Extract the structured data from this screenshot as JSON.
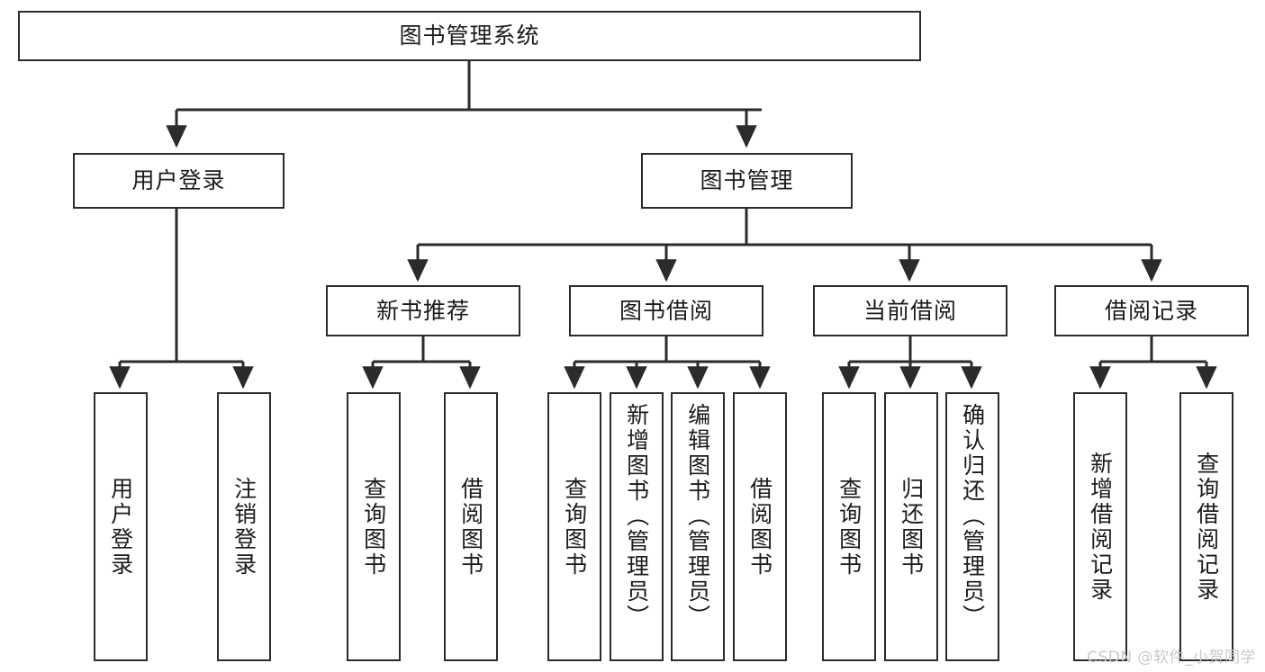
{
  "diagram": {
    "title": "图书管理系统",
    "watermark": "CSDN @软件_小贺同学",
    "line_color": "#2b2b2b",
    "box_fill": "#ffffff",
    "text_color": "#1b1b1b",
    "watermark_color": "#c9c9c9"
  },
  "nodes": {
    "root": {
      "label": "图书管理系统"
    },
    "level2": [
      {
        "label": "用户登录"
      },
      {
        "label": "图书管理"
      }
    ],
    "level3": [
      {
        "label": "新书推荐"
      },
      {
        "label": "图书借阅"
      },
      {
        "label": "当前借阅"
      },
      {
        "label": "借阅记录"
      }
    ],
    "leaves_user_login": [
      {
        "label": "用户登录"
      },
      {
        "label": "注销登录"
      }
    ],
    "leaves_new_book": [
      {
        "label": "查询图书"
      },
      {
        "label": "借阅图书"
      }
    ],
    "leaves_borrow_book": [
      {
        "label": "查询图书"
      },
      {
        "label": "新增图书（管理员）"
      },
      {
        "label": "编辑图书（管理员）"
      },
      {
        "label": "借阅图书"
      }
    ],
    "leaves_current_borrow": [
      {
        "label": "查询图书"
      },
      {
        "label": "归还图书"
      },
      {
        "label": "确认归还（管理员）"
      }
    ],
    "leaves_borrow_record": [
      {
        "label": "新增借阅记录"
      },
      {
        "label": "查询借阅记录"
      }
    ]
  }
}
